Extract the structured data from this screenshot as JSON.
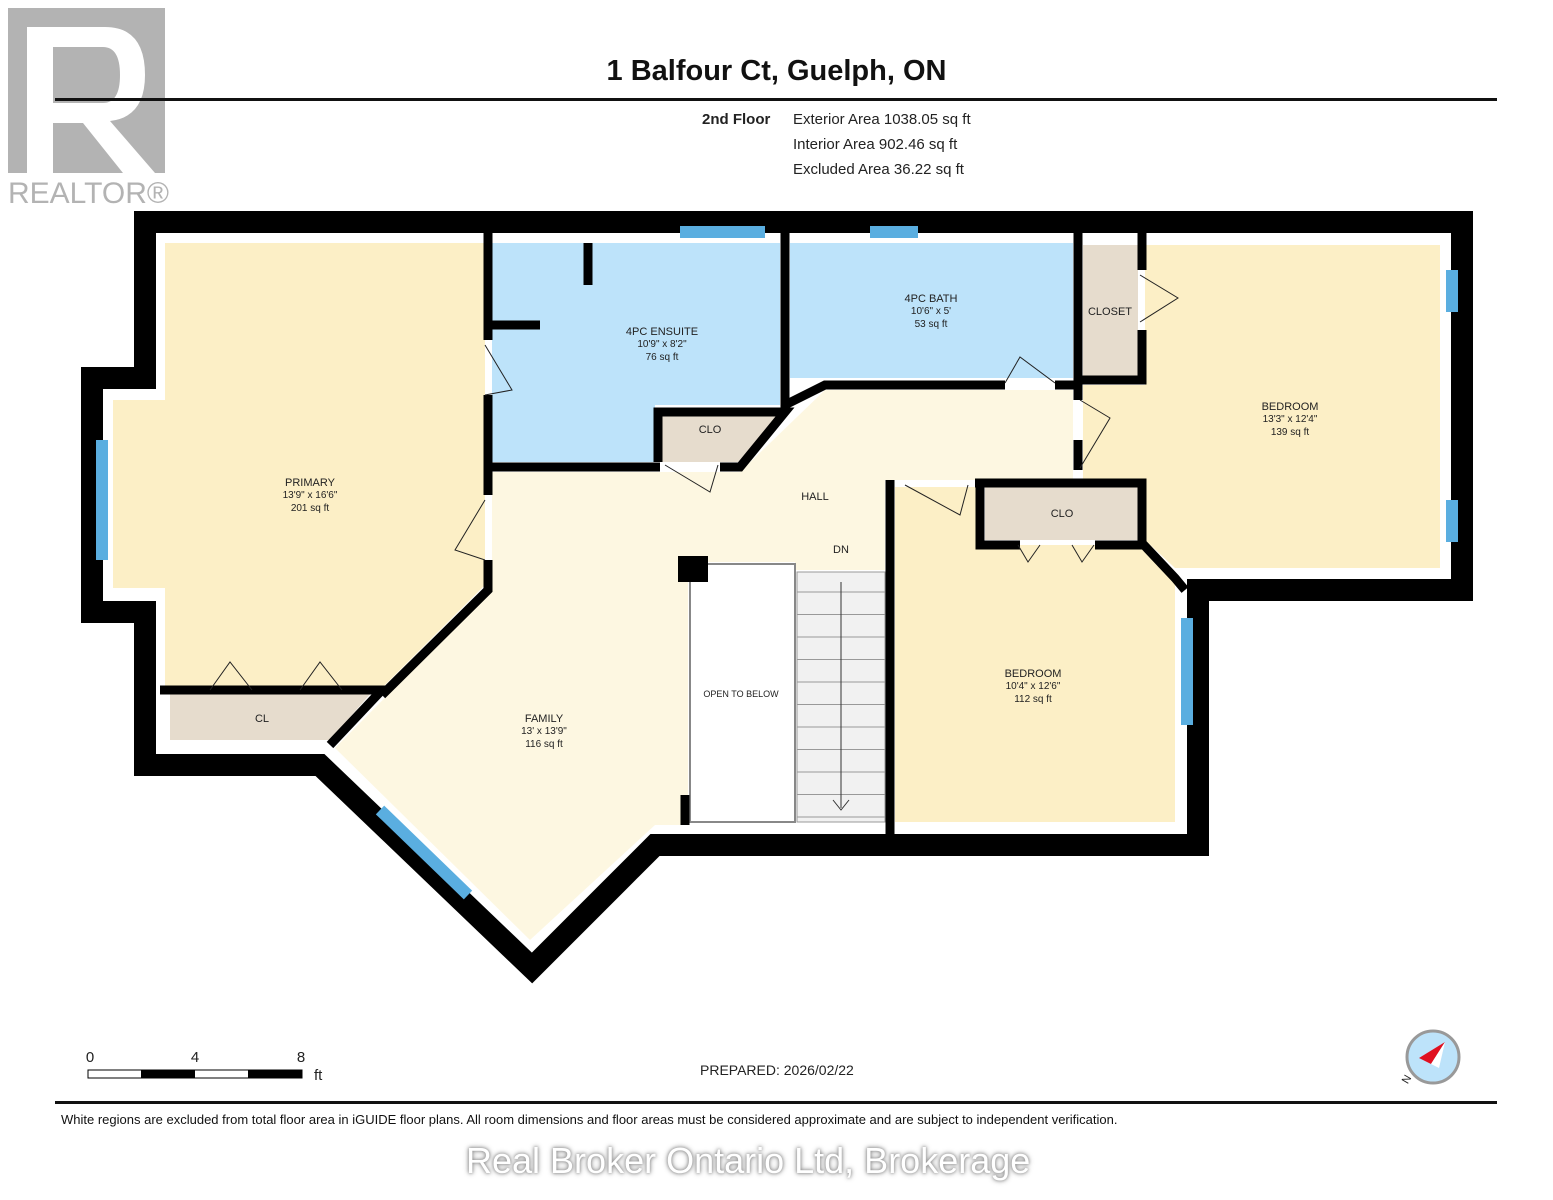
{
  "header": {
    "title": "1 Balfour Ct, Guelph, ON",
    "floor": "2nd Floor",
    "exterior_area": "Exterior Area 1038.05 sq ft",
    "interior_area": "Interior Area 902.46 sq ft",
    "excluded_area": "Excluded Area 36.22 sq ft"
  },
  "logo": {
    "text": "REALTOR®"
  },
  "rooms": {
    "primary": {
      "name": "PRIMARY",
      "dims": "13'9\" x 16'6\"",
      "area": "201 sq ft"
    },
    "ensuite": {
      "name": "4PC ENSUITE",
      "dims": "10'9\" x 8'2\"",
      "area": "76 sq ft"
    },
    "bath": {
      "name": "4PC BATH",
      "dims": "10'6\" x 5'",
      "area": "53 sq ft"
    },
    "bedroom1": {
      "name": "BEDROOM",
      "dims": "13'3\" x 12'4\"",
      "area": "139 sq ft"
    },
    "bedroom2": {
      "name": "BEDROOM",
      "dims": "10'4\" x 12'6\"",
      "area": "112 sq ft"
    },
    "family": {
      "name": "FAMILY",
      "dims": "13' x 13'9\"",
      "area": "116 sq ft"
    },
    "closet": "CLOSET",
    "clo1": "CLO",
    "clo2": "CLO",
    "cl": "CL",
    "hall": "HALL",
    "dn": "DN",
    "open_to_below": "OPEN TO BELOW"
  },
  "colors": {
    "wall": "#000000",
    "window": "#5aaee0",
    "bedroom": "#fcefc6",
    "hall": "#fdf7e1",
    "bath": "#bde3fa",
    "closet": "#e6dccd"
  },
  "scale": {
    "ticks": [
      "0",
      "4",
      "8"
    ],
    "unit": "ft"
  },
  "footer": {
    "prepared": "PREPARED: 2026/02/22",
    "disclaimer": "White regions are excluded from total floor area in iGUIDE floor plans. All room dimensions and floor areas must be considered approximate and are subject to independent verification.",
    "watermark": "Real Broker Ontario Ltd, Brokerage"
  },
  "compass": {
    "label": "N"
  }
}
